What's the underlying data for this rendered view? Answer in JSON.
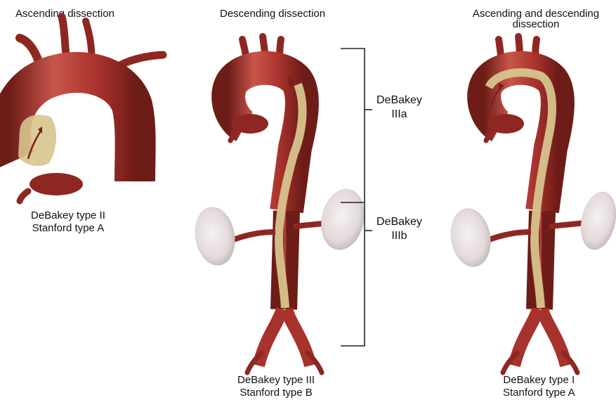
{
  "panels": [
    {
      "title": "Ascending dissection",
      "caption_line1": "DeBakey type II",
      "caption_line2": "Stanford type A"
    },
    {
      "title": "Descending dissection",
      "caption_line1": "DeBakey type III",
      "caption_line2": "Stanford type B"
    },
    {
      "title_line1": "Ascending and descending",
      "title_line2": "dissection",
      "caption_line1": "DeBakey type I",
      "caption_line2": "Stanford type A"
    }
  ],
  "brackets": {
    "upper": {
      "line1": "DeBakey",
      "line2": "IIIa"
    },
    "lower": {
      "line1": "DeBakey",
      "line2": "IIIb"
    }
  },
  "colors": {
    "aorta": "#a8322c",
    "aorta_dark": "#6e1c18",
    "aorta_light": "#c8554a",
    "false_lumen": "#d8c48e",
    "kidney": "#e9e2e2",
    "kidney_shade": "#c9bfc0",
    "bracket": "#222222"
  }
}
